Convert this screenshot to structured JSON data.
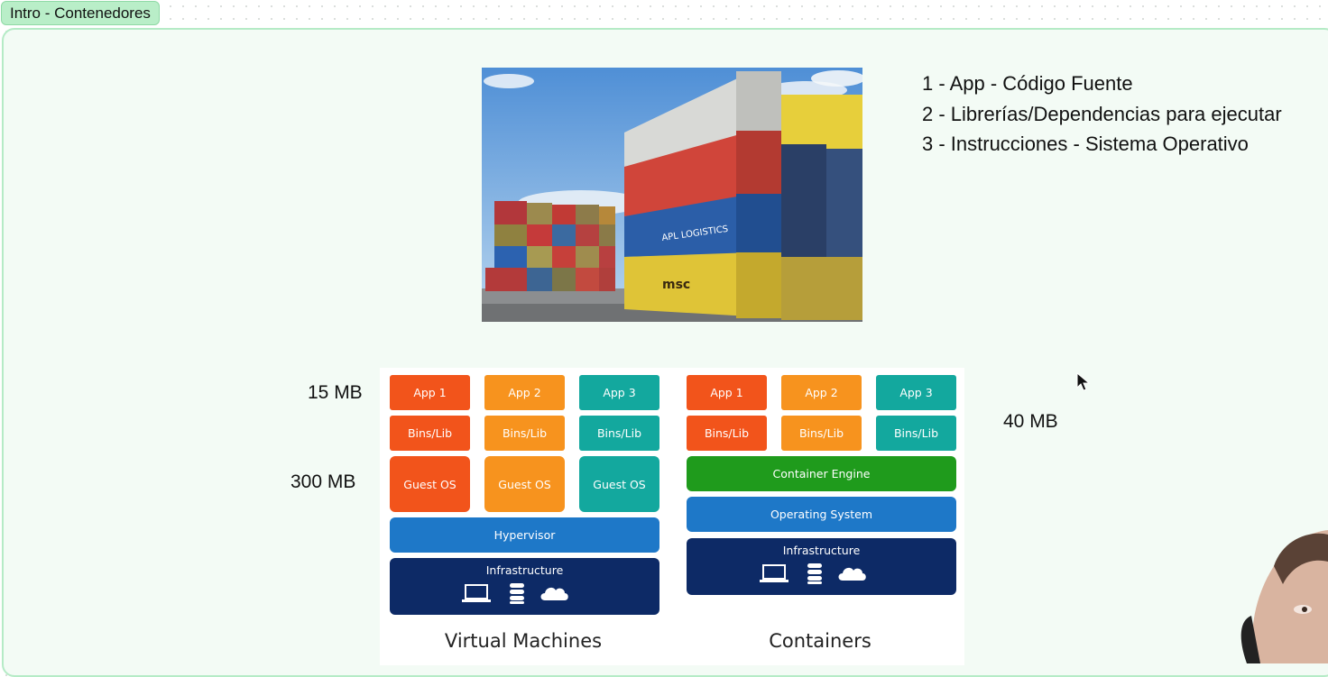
{
  "tab": {
    "title": "Intro - Contenedores"
  },
  "notes": [
    "1 - App - Código Fuente",
    "2 - Librerías/Dependencias para ejecutar",
    "3 - Instrucciones - Sistema Operativo"
  ],
  "sizes": {
    "app": "15 MB",
    "os": "300 MB",
    "container": "40 MB"
  },
  "vm": {
    "apps": [
      "App 1",
      "App 2",
      "App 3"
    ],
    "bins": [
      "Bins/Lib",
      "Bins/Lib",
      "Bins/Lib"
    ],
    "guest": [
      "Guest OS",
      "Guest OS",
      "Guest OS"
    ],
    "hypervisor": "Hypervisor",
    "infrastructure": "Infrastructure",
    "caption": "Virtual Machines"
  },
  "containers": {
    "apps": [
      "App 1",
      "App 2",
      "App 3"
    ],
    "bins": [
      "Bins/Lib",
      "Bins/Lib",
      "Bins/Lib"
    ],
    "engine": "Container Engine",
    "os": "Operating System",
    "infrastructure": "Infrastructure",
    "caption": "Containers"
  },
  "colors": {
    "app1": "#f2541b",
    "app2": "#f7931e",
    "app3": "#13a89e",
    "engine": "#1f9b1c",
    "os_layer": "#1e78c8",
    "infra": "#0d2a66",
    "frame": "#b5ebc6",
    "tab": "#b9eec8"
  },
  "icons": [
    "laptop-icon",
    "database-icon",
    "cloud-icon"
  ]
}
